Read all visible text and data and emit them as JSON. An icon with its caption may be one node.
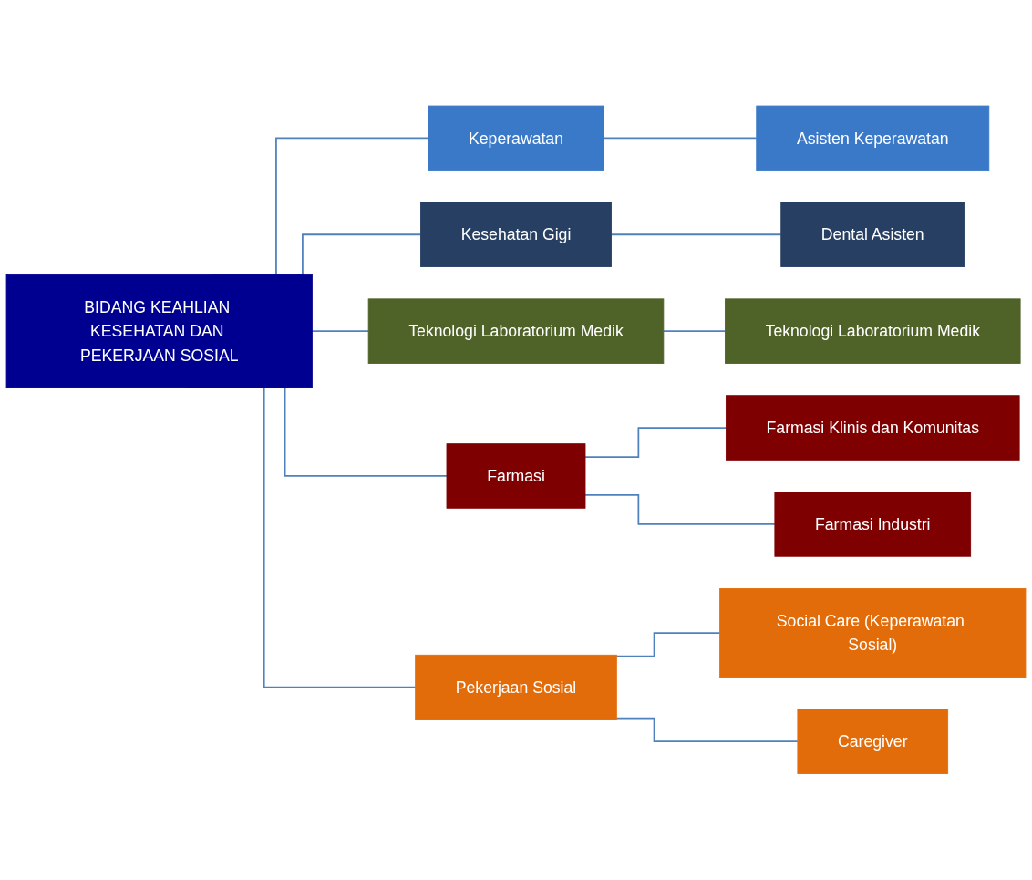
{
  "diagram": {
    "nodes": [
      {
        "text": [
          "BIDANG KEAHLIAN KESEHATAN DAN PEKERJAAN SOSIAL"
        ]
      },
      {
        "text": [
          "Keperawatan"
        ]
      },
      {
        "text": [
          "Asisten Keperawatan"
        ]
      },
      {
        "text": [
          "Kesehatan Gigi"
        ]
      },
      {
        "text": [
          "Dental Asisten"
        ]
      },
      {
        "text": [
          "Teknologi Laboratorium Medik"
        ]
      },
      {
        "text": [
          "Teknologi Laboratorium Medik"
        ]
      },
      {
        "text": [
          "Farmasi"
        ]
      },
      {
        "text": [
          "Farmasi Klinis dan Komunitas"
        ]
      },
      {
        "text": [
          "Farmasi Industri"
        ]
      },
      {
        "text": [
          "Pekerjaan Sosial"
        ]
      },
      {
        "text": [
          "Social Care (Keperawatan Sosial)"
        ]
      },
      {
        "text": [
          "Caregiver"
        ]
      }
    ],
    "edges": [
      {
        "from": 0,
        "to": 1,
        "arrow": "none"
      },
      {
        "from": 0,
        "to": 3,
        "arrow": "none"
      },
      {
        "from": 0,
        "to": 5,
        "arrow": "none"
      },
      {
        "from": 0,
        "to": 7,
        "arrow": "none"
      },
      {
        "from": 0,
        "to": 10,
        "arrow": "none"
      },
      {
        "from": 1,
        "to": 2,
        "arrow": "none"
      },
      {
        "from": 3,
        "to": 4,
        "arrow": "none"
      },
      {
        "from": 5,
        "to": 6,
        "arrow": "none"
      },
      {
        "from": 7,
        "to": 8,
        "arrow": "none"
      },
      {
        "from": 7,
        "to": 9,
        "arrow": "none"
      },
      {
        "from": 10,
        "to": 11,
        "arrow": "none"
      },
      {
        "from": 10,
        "to": 12,
        "arrow": "none"
      }
    ]
  }
}
